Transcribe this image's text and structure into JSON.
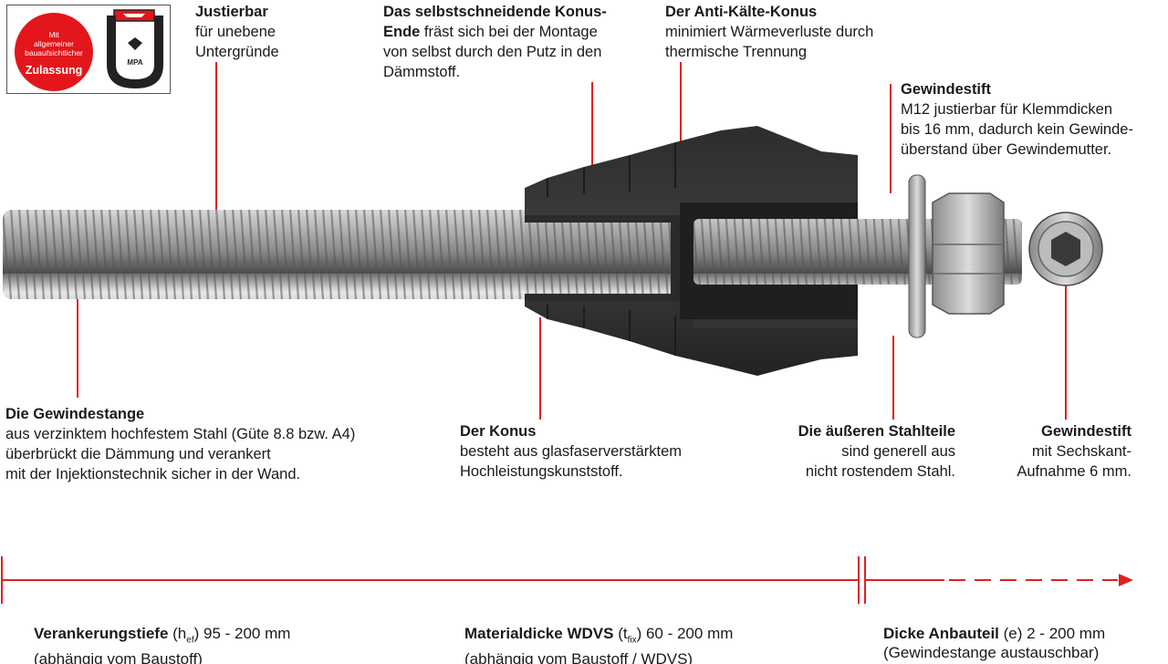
{
  "badge": {
    "line1": "Mit",
    "line2": "allgemeiner",
    "line3": "bauaufsichtlicher",
    "line4": "Zulassung",
    "mpa": "MPA"
  },
  "labels": {
    "justierbar": {
      "title": "Justierbar",
      "l1": "für unebene",
      "l2": "Untergründe"
    },
    "konus_ende": {
      "title1": "Das selbstschneidende Konus-",
      "title2": "Ende",
      "l1": " fräst sich bei der Montage",
      "l2": "von selbst durch den Putz in den",
      "l3": "Dämmstoff."
    },
    "anti_kaelte": {
      "title": "Der Anti-Kälte-Konus",
      "l1": "minimiert Wärmeverluste durch",
      "l2": "thermische Trennung"
    },
    "gewindestift_top": {
      "title": "Gewindestift",
      "l1": "M12 justierbar für Klemmdicken",
      "l2": "bis 16 mm, dadurch kein Gewinde-",
      "l3": "überstand über Gewindemutter."
    },
    "gewindestange": {
      "title": "Die Gewindestange",
      "l1": "aus verzinktem hochfestem Stahl (Güte 8.8 bzw. A4)",
      "l2": "überbrückt die Dämmung und verankert",
      "l3": "mit der Injektionstechnik sicher in der Wand."
    },
    "konus": {
      "title": "Der Konus",
      "l1": "besteht aus glasfaserverstärktem",
      "l2": "Hochleistungskunststoff."
    },
    "stahlteile": {
      "title": "Die äußeren Stahlteile",
      "l1": "sind generell aus",
      "l2": "nicht rostendem Stahl."
    },
    "gewindestift_bottom": {
      "title": "Gewindestift",
      "l1": "mit Sechskant-",
      "l2": "Aufnahme 6 mm."
    }
  },
  "dimensions": {
    "verankerung": {
      "title": "Verankerungstiefe",
      "sym": "(h",
      "sub": "ef",
      "rest": ") 95 - 200 mm",
      "note": "(abhängig vom Baustoff)"
    },
    "material": {
      "title": "Materialdicke WDVS",
      "sym": "(t",
      "sub": "fix",
      "rest": ") 60 - 200 mm",
      "note": "(abhängig vom Baustoff / WDVS)"
    },
    "anbauteil": {
      "title": "Dicke Anbauteil",
      "rest": " (e) 2 - 200 mm",
      "note": "(Gewindestange austauschbar)"
    }
  },
  "colors": {
    "accent": "#e02020",
    "badge_red": "#e3161b",
    "cone": "#3a3a3a",
    "steel": "#b8b8b8"
  }
}
